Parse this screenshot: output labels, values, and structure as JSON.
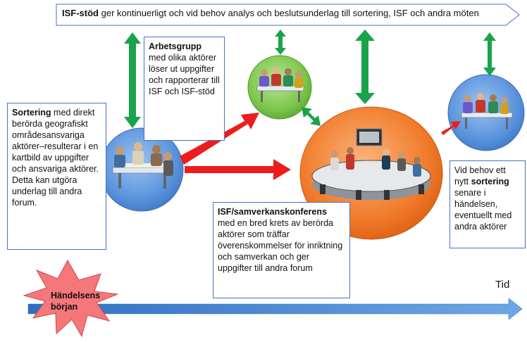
{
  "banner": {
    "bold": "ISF-stöd",
    "text": " ger kontinuerligt och vid behov analys och beslutsunderlag till sortering, ISF och andra möten"
  },
  "boxes": {
    "sortering": {
      "bold": "Sortering",
      "text": " med direkt berörda geografiskt områdesansvariga aktörer–resulterar i en kartbild av uppgifter och ansvariga aktörer. Detta kan utgöra underlag till andra forum."
    },
    "arbetsgrupp": {
      "bold": "Arbetsgrupp",
      "text": " med olika aktörer löser ut uppgifter och rapporterar till ISF och ISF-stöd"
    },
    "konferens": {
      "bold": "ISF/samverkanskonferens",
      "text": " med en bred krets av berörda aktörer som träffar överenskommelser för inriktning och samverkan och ger uppgifter till andra forum"
    },
    "vidbehov": {
      "pre": "Vid behov ett nytt ",
      "bold": "sortering",
      "post": " senare i händelsen, eventuellt med andra aktörer"
    }
  },
  "star": {
    "line1": "Händelsens",
    "line2": "början"
  },
  "time_label": "Tid",
  "colors": {
    "green_arrow": "#19a34a",
    "red_arrow": "#ee1c1c",
    "timeline": "#4f8fd4",
    "circle_blue": "#4f8ad8",
    "circle_green": "#74c143",
    "circle_orange": "#f07a2a",
    "star": "#f5777a",
    "box_border": "#4472c4"
  }
}
